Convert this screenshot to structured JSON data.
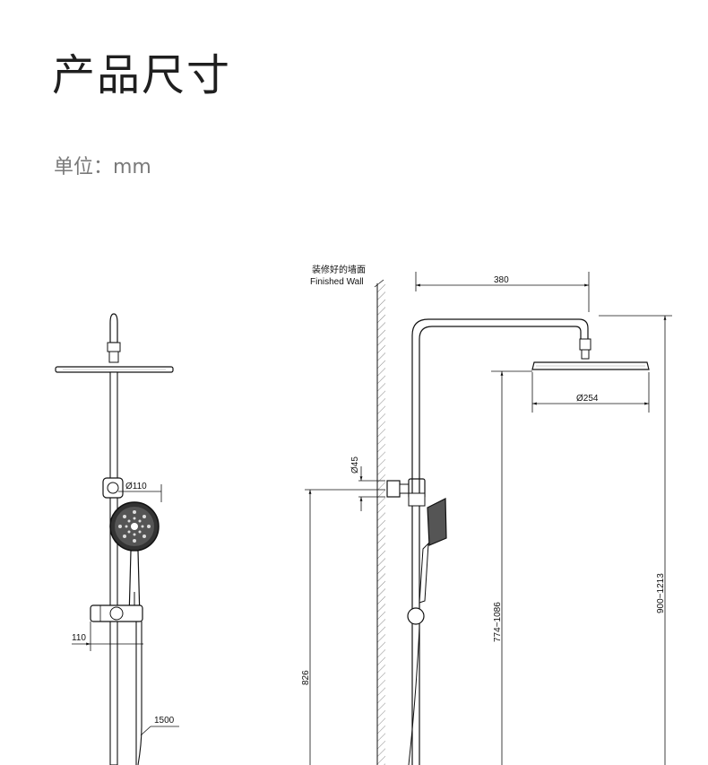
{
  "header": {
    "title": "产品尺寸",
    "unit_label": "单位：mm"
  },
  "wall_label": {
    "cn": "装修好的墙面",
    "en": "Finished Wall"
  },
  "dimensions": {
    "arm_length": "380",
    "head_diameter": "Ø254",
    "hand_shower_diameter": "Ø110",
    "outlet_diameter": "Ø45",
    "outlet_height": "826",
    "slider_range": "774~1086",
    "total_height_range": "900~1213",
    "holder_offset": "110",
    "hose_length": "1500"
  }
}
